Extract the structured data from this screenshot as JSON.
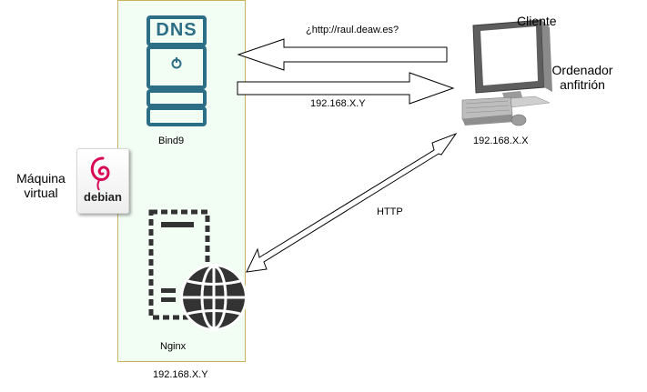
{
  "labels": {
    "query": "¿http://raul.deaw.es?",
    "cliente": "Cliente",
    "host_line1": "Ordenador",
    "host_line2": "anfitrión",
    "response_ip": "192.168.X.Y",
    "client_ip": "192.168.X.X",
    "bind9": "Bind9",
    "vm_line1": "Máquina",
    "vm_line2": "virtual",
    "http": "HTTP",
    "nginx": "Nginx",
    "vm_ip": "192.168.X.Y",
    "dns_text": "DNS",
    "debian_text": "debian"
  },
  "icons": {
    "dns_server": "dns-server-icon",
    "web_server": "web-server-icon",
    "desktop": "desktop-computer-icon",
    "debian": "debian-logo-icon"
  },
  "colors": {
    "vm_fill": "#f2fdf4",
    "vm_border": "#c9b25a",
    "server_icon": "#2d6e87",
    "web_icon": "#333333",
    "debian_red": "#d70a53"
  }
}
